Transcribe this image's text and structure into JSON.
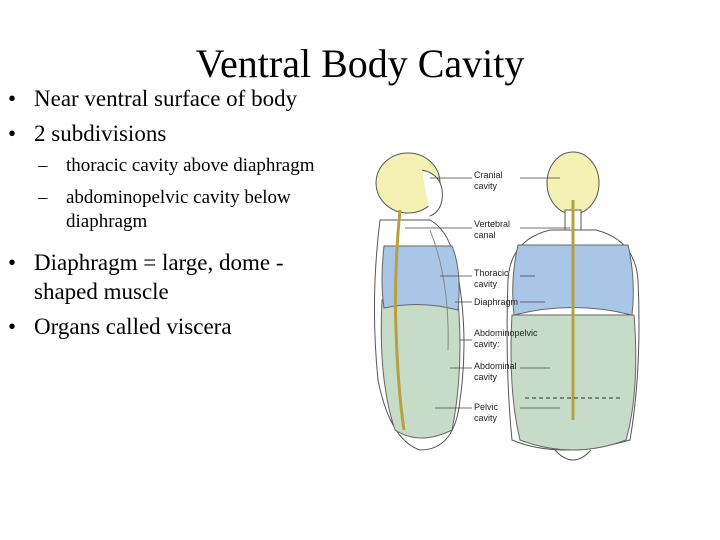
{
  "slide": {
    "title": "Ventral Body Cavity",
    "bullets": [
      {
        "marker": "•",
        "text": "Near ventral surface of body"
      },
      {
        "marker": "•",
        "text": "2 subdivisions"
      },
      {
        "marker": "–",
        "text": "thoracic cavity above diaphragm"
      },
      {
        "marker": "–",
        "text": "abdominopelvic cavity below diaphragm"
      },
      {
        "marker": "•",
        "text": "Diaphragm = large, dome -shaped muscle"
      },
      {
        "marker": "•",
        "text": "Organs called viscera"
      }
    ]
  },
  "figure": {
    "labels": {
      "cranial_1": "Cranial",
      "cranial_2": "cavity",
      "vertebral_1": "Vertebral",
      "vertebral_2": "canal",
      "thoracic_1": "Thoracic",
      "thoracic_2": "cavity",
      "diaphragm": "Diaphragm",
      "abdominopelvic_1": "Abdominopelvic",
      "abdominopelvic_2": "cavity:",
      "abdominal_1": "Abdominal",
      "abdominal_2": "cavity",
      "pelvic_1": "Pelvic",
      "pelvic_2": "cavity"
    },
    "colors": {
      "cranial": "#f5f0b4",
      "thoracic": "#a9c6e6",
      "abdominopelvic": "#c6dcc8",
      "outline": "#555555"
    }
  }
}
